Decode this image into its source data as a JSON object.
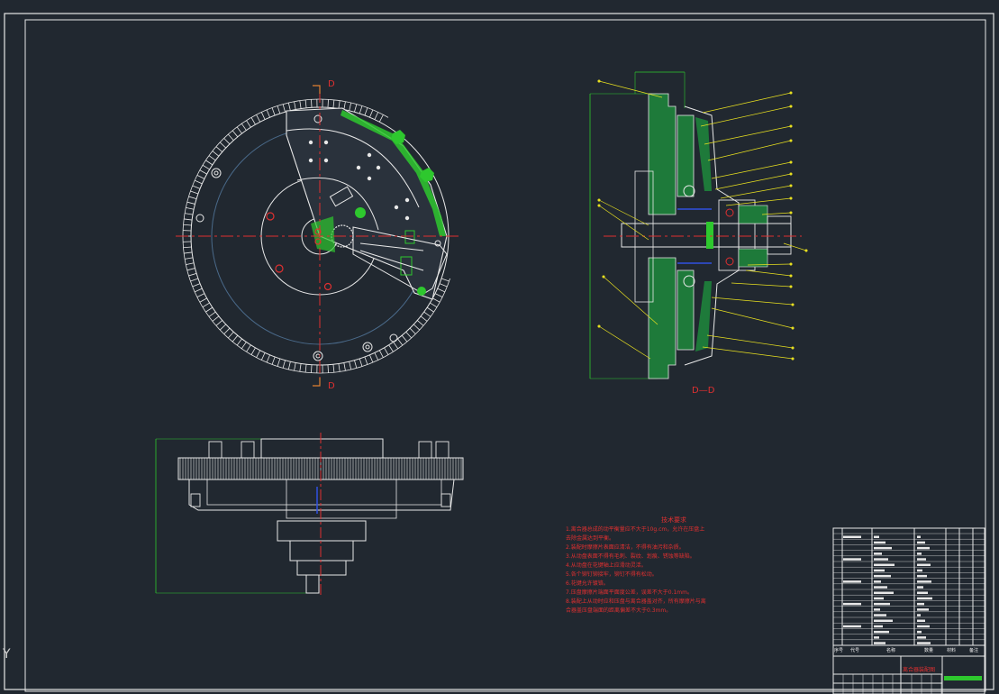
{
  "drawing": {
    "section_mark_top": "D",
    "section_mark_bottom": "D",
    "section_view_label": "D—D",
    "ucs_axis": "Y"
  },
  "technical_requirements": {
    "title": "技术要求",
    "lines": [
      "1.离合器总成的动平衡量应不大于10g.cm，允许在压盘上",
      "  去除金属达到平衡。",
      "2.装配时摩擦片表面应清洁，不得有油污和杂质。",
      "3.从动盘表面不得有毛刺、裂纹、划痕、锈蚀等缺陷。",
      "4.从动盘在花键轴上应滑动灵活。",
      "5.各个铆钉铆接牢，铆钉不得有松动。",
      "6.花键允许镀铬。",
      "7.压盘摩擦片端面平面度公差，误差不大于0.1mm。",
      "8.装配上从动时应和压盘与离合器盖对齐，所有摩擦片与离",
      "  合器盖压盘端面的距离偏差不大于0.3mm。"
    ]
  },
  "title_block": {
    "columns": [
      "序号",
      "代号",
      "名称",
      "数量",
      "材料",
      "备注"
    ],
    "drawing_title": "离合器装配图"
  },
  "colors": {
    "background": "#212830",
    "outline": "#e8e8e8",
    "green": "#2ec82e",
    "red": "#e03030",
    "yellow": "#e8e020",
    "blue": "#3050e0"
  }
}
